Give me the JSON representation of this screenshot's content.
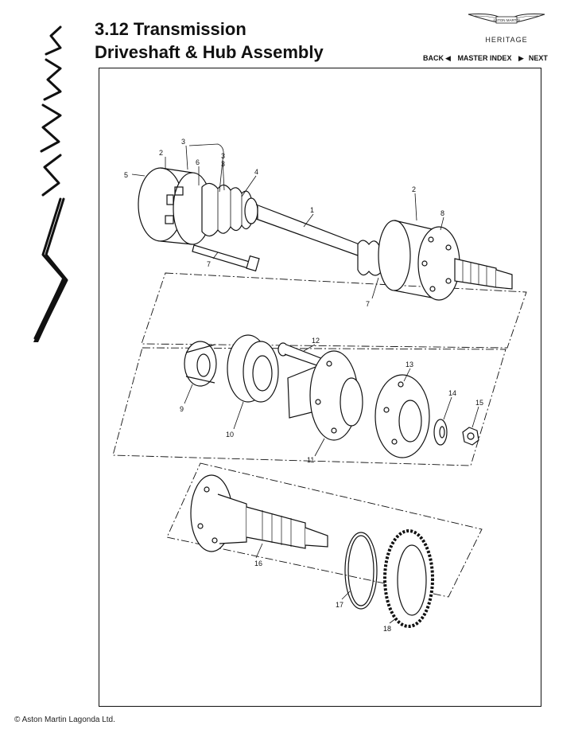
{
  "logo": {
    "text": "Virage",
    "icon": "virage-script-logo"
  },
  "header": {
    "section": "3.12 Transmission",
    "subtitle": "Driveshaft & Hub Assembly"
  },
  "brand": {
    "wings_text": "ASTON MARTIN",
    "heritage": "HERITAGE",
    "icon": "aston-martin-wings-logo"
  },
  "nav": {
    "back": "BACK",
    "master_index": "MASTER INDEX",
    "next": "NEXT",
    "back_icon": "triangle-left-icon",
    "next_icon": "triangle-right-icon"
  },
  "diagram": {
    "callouts": [
      {
        "number": "1"
      },
      {
        "number": "2"
      },
      {
        "number": "2"
      },
      {
        "number": "3"
      },
      {
        "number": "3"
      },
      {
        "number": "3"
      },
      {
        "number": "4"
      },
      {
        "number": "5"
      },
      {
        "number": "6"
      },
      {
        "number": "7"
      },
      {
        "number": "7"
      },
      {
        "number": "8"
      },
      {
        "number": "9"
      },
      {
        "number": "10"
      },
      {
        "number": "11"
      },
      {
        "number": "12"
      },
      {
        "number": "13"
      },
      {
        "number": "14"
      },
      {
        "number": "15"
      },
      {
        "number": "16"
      },
      {
        "number": "17"
      },
      {
        "number": "18"
      }
    ]
  },
  "footer": {
    "copyright": "© Aston Martin Lagonda Ltd."
  }
}
